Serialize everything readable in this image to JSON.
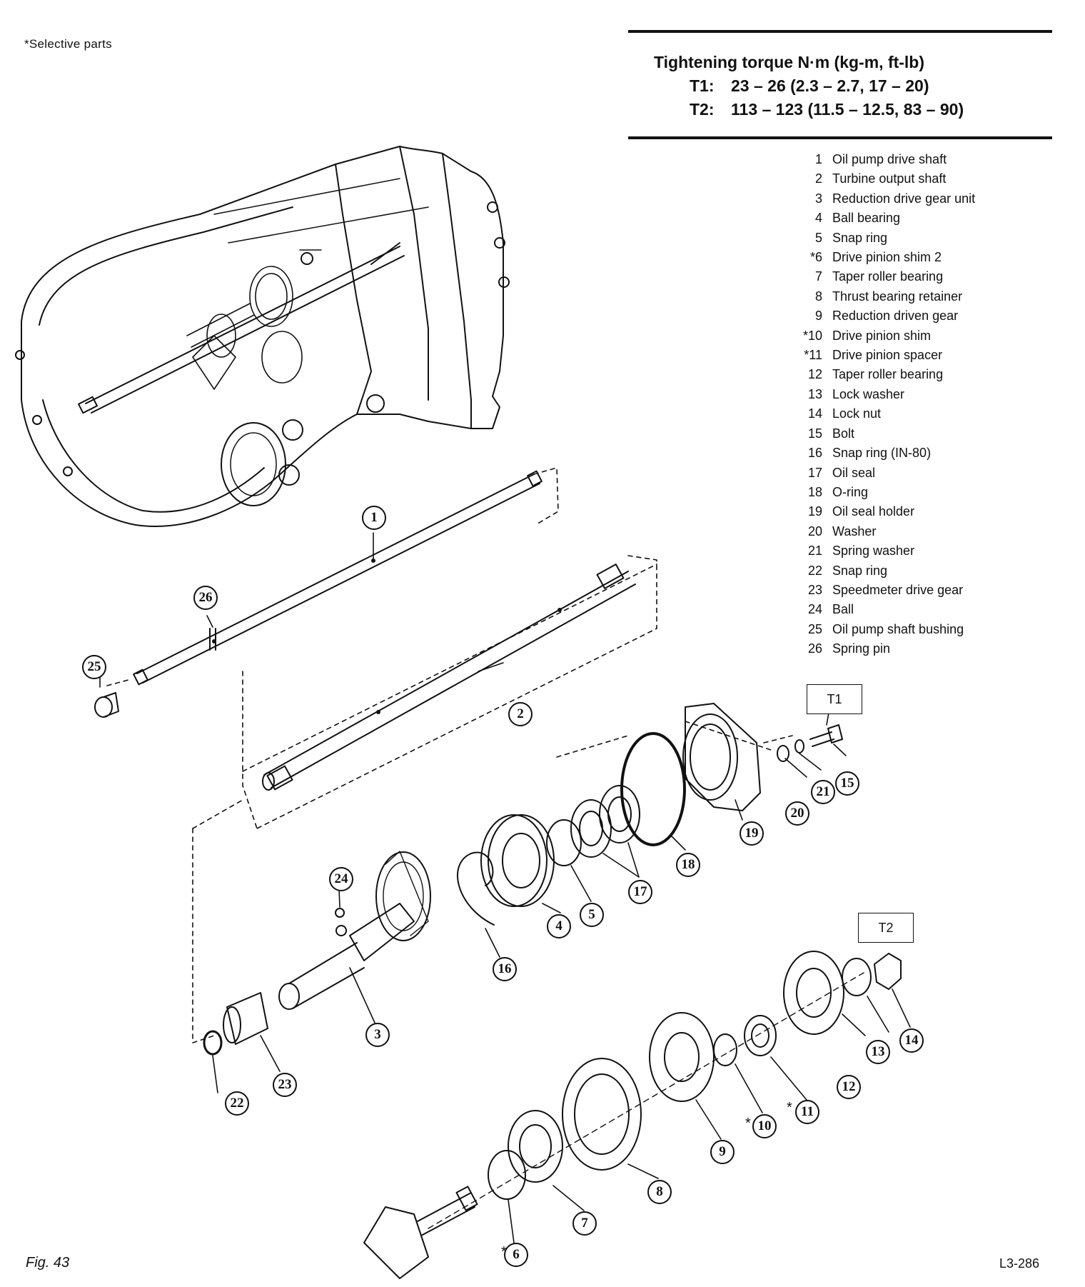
{
  "note": "*Selective parts",
  "torque": {
    "title": "Tightening torque  N·m (kg-m, ft-lb)",
    "rows": [
      {
        "label": "T1:",
        "value": "23 – 26 (2.3 – 2.7, 17 – 20)"
      },
      {
        "label": "T2:",
        "value": "113 – 123 (11.5 – 12.5, 83 – 90)"
      }
    ]
  },
  "parts": [
    {
      "num": "1",
      "name": "Oil pump drive shaft"
    },
    {
      "num": "2",
      "name": "Turbine output shaft"
    },
    {
      "num": "3",
      "name": "Reduction drive gear unit"
    },
    {
      "num": "4",
      "name": "Ball bearing"
    },
    {
      "num": "5",
      "name": "Snap ring"
    },
    {
      "num": "*6",
      "name": "Drive pinion shim 2"
    },
    {
      "num": "7",
      "name": "Taper roller bearing"
    },
    {
      "num": "8",
      "name": "Thrust bearing retainer"
    },
    {
      "num": "9",
      "name": "Reduction driven gear"
    },
    {
      "num": "*10",
      "name": "Drive pinion shim"
    },
    {
      "num": "*11",
      "name": "Drive pinion spacer"
    },
    {
      "num": "12",
      "name": "Taper roller bearing"
    },
    {
      "num": "13",
      "name": "Lock washer"
    },
    {
      "num": "14",
      "name": "Lock nut"
    },
    {
      "num": "15",
      "name": "Bolt"
    },
    {
      "num": "16",
      "name": "Snap ring (IN-80)"
    },
    {
      "num": "17",
      "name": "Oil seal"
    },
    {
      "num": "18",
      "name": "O-ring"
    },
    {
      "num": "19",
      "name": "Oil seal holder"
    },
    {
      "num": "20",
      "name": "Washer"
    },
    {
      "num": "21",
      "name": "Spring washer"
    },
    {
      "num": "22",
      "name": "Snap ring"
    },
    {
      "num": "23",
      "name": "Speedmeter drive gear"
    },
    {
      "num": "24",
      "name": "Ball"
    },
    {
      "num": "25",
      "name": "Oil pump shaft bushing"
    },
    {
      "num": "26",
      "name": "Spring pin"
    }
  ],
  "tags": {
    "t1": "T1",
    "t2": "T2"
  },
  "callouts": {
    "c1": "1",
    "c2": "2",
    "c3": "3",
    "c4": "4",
    "c5": "5",
    "c6": "6",
    "c7": "7",
    "c8": "8",
    "c9": "9",
    "c10": "10",
    "c11": "11",
    "c12": "12",
    "c13": "13",
    "c14": "14",
    "c15": "15",
    "c16": "16",
    "c17": "17",
    "c18": "18",
    "c19": "19",
    "c20": "20",
    "c21": "21",
    "c22": "22",
    "c23": "23",
    "c24": "24",
    "c25": "25",
    "c26": "26"
  },
  "star": "*",
  "figure": {
    "label": "Fig. 43",
    "code": "L3-286"
  }
}
